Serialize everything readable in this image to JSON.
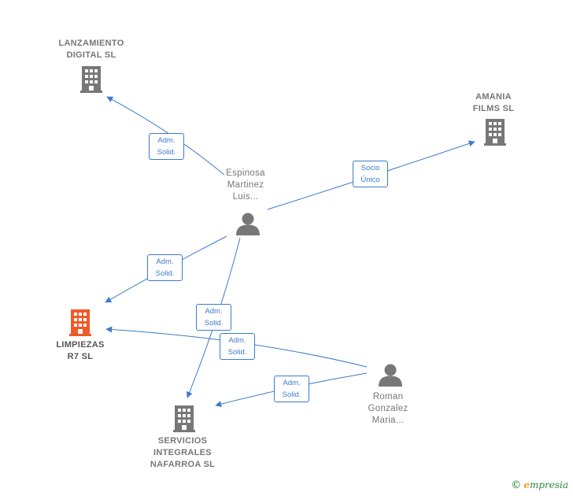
{
  "colors": {
    "edge": "#3d7cc9",
    "building_default": "#777777",
    "building_highlight": "#f05a28",
    "person": "#777777"
  },
  "nodes": {
    "lanzamiento": {
      "label": "LANZAMIENTO\nDIGITAL  SL",
      "icon": "building-icon"
    },
    "amania": {
      "label": "AMANIA\nFILMS SL",
      "icon": "building-icon"
    },
    "limpiezas": {
      "label": "LIMPIEZAS\nR7  SL",
      "icon": "building-icon",
      "highlight": true
    },
    "servicios": {
      "label": "SERVICIOS\nINTEGRALES\nNAFARROA  SL",
      "icon": "building-icon"
    },
    "espinosa": {
      "label": "Espinosa\nMartinez\nLuis...",
      "icon": "person-icon"
    },
    "roman": {
      "label": "Roman\nGonzalez\nMaria...",
      "icon": "person-icon"
    }
  },
  "edges": [
    {
      "from": "espinosa",
      "to": "lanzamiento",
      "label": "Adm.\nSolid."
    },
    {
      "from": "espinosa",
      "to": "amania",
      "label": "Socio\nÚnico"
    },
    {
      "from": "espinosa",
      "to": "limpiezas",
      "label": "Adm.\nSolid."
    },
    {
      "from": "espinosa",
      "to": "servicios",
      "label": "Adm.\nSolid."
    },
    {
      "from": "roman",
      "to": "limpiezas",
      "label": "Adm.\nSolid."
    },
    {
      "from": "roman",
      "to": "servicios",
      "label": "Adm.\nSolid."
    }
  ],
  "watermark": {
    "copyright": "©",
    "brand_initial": "e",
    "brand_rest": "mpresia"
  }
}
